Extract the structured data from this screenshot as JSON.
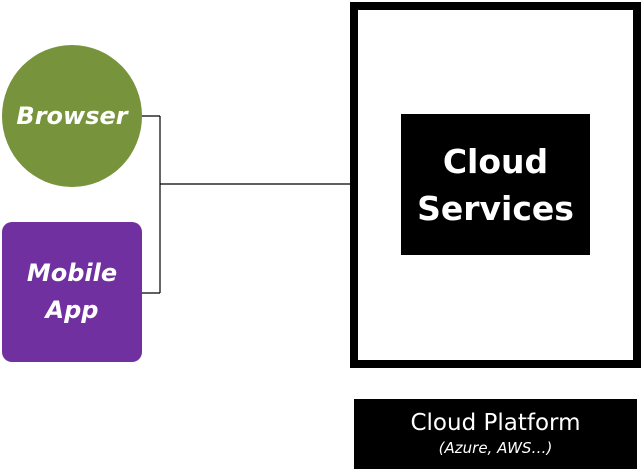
{
  "diagram": {
    "clients": {
      "browser": {
        "label": "Browser"
      },
      "mobile_app": {
        "line1": "Mobile",
        "line2": "App"
      }
    },
    "cloud_services": {
      "line1": "Cloud",
      "line2": "Services"
    },
    "platform": {
      "title": "Cloud Platform",
      "subtitle": "(Azure, AWS…)"
    },
    "colors": {
      "browser_fill": "#77933c",
      "mobile_fill": "#7030a0",
      "box_fill": "#000000",
      "text_on_dark": "#ffffff",
      "connector": "#000000"
    }
  }
}
